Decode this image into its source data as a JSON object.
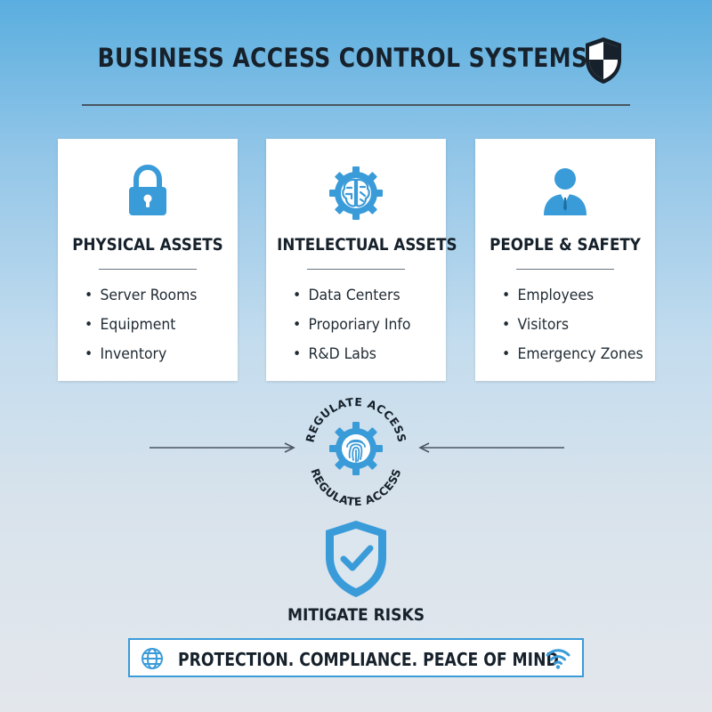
{
  "title": "BUSINESS ACCESS CONTROL SYSTEMS",
  "colors": {
    "accent": "#3a9bd9",
    "text": "#16212b"
  },
  "cards": [
    {
      "icon": "padlock-icon",
      "heading": "PHYSICAL ASSETS",
      "items": [
        "Server Rooms",
        "Equipment",
        "Inventory"
      ]
    },
    {
      "icon": "brain-gear-icon",
      "heading": "INTELECTUAL ASSETS",
      "items": [
        "Data Centers",
        "Proporiary Info",
        "R&D Labs"
      ]
    },
    {
      "icon": "person-icon",
      "heading": "PEOPLE & SAFETY",
      "items": [
        "Employees",
        "Visitors",
        "Emergency Zones"
      ]
    }
  ],
  "center": {
    "top_label": "REGULATE ACCESS",
    "bottom_label": "REGULATE ACCESS",
    "icon": "fingerprint-gear-icon"
  },
  "mitigate_label": "MITIGATE RISKS",
  "banner": {
    "text": "PROTECTION. COMPLIANCE. PEACE OF MIND",
    "left_icon": "globe-icon",
    "right_icon": "wifi-icon"
  }
}
